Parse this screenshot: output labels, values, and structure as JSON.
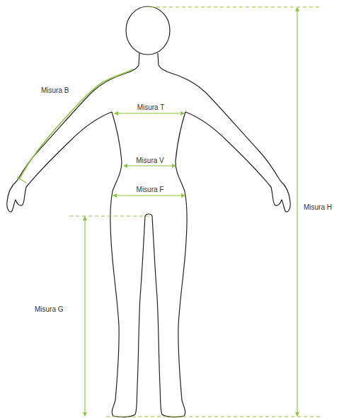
{
  "diagram": {
    "labels": [
      "Misura B",
      "Misura T",
      "Misura V",
      "Misura F",
      "Misura G",
      "Misura H"
    ]
  }
}
